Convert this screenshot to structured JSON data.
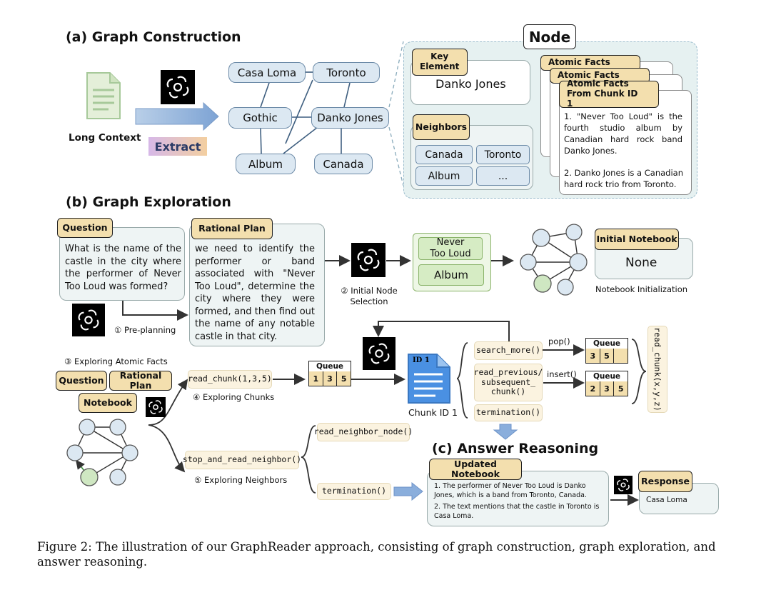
{
  "section_a": {
    "title": "(a) Graph Construction",
    "long_context_label": "Long Context",
    "extract_label": "Extract",
    "nodes": {
      "casa_loma": "Casa Loma",
      "toronto": "Toronto",
      "gothic": "Gothic",
      "danko_jones": "Danko Jones",
      "album": "Album",
      "canada": "Canada"
    },
    "node_panel": {
      "title": "Node",
      "key_element_tag": "Key Element",
      "key_element_value": "Danko Jones",
      "neighbors_tag": "Neighbors",
      "neighbors": [
        "Canada",
        "Toronto",
        "Album",
        "..."
      ],
      "atomic_facts_tag": "Atomic Facts",
      "atomic_facts_front_tag": "Atomic Facts From Chunk ID 1",
      "fact_1": "1. \"Never Too Loud\" is the fourth studio album by Canadian hard rock band Danko Jones.",
      "fact_2": "2. Danko Jones is a Canadian hard rock trio from Toronto."
    }
  },
  "section_b": {
    "title": "(b) Graph Exploration",
    "question_tag": "Question",
    "question_text": "What is the name of the castle in the city where the performer of Never Too Loud was formed?",
    "rational_plan_tag": "Rational Plan",
    "rational_plan_text": "we need to identify the performer or band associated with \"Never Too Loud\", determine the city where they were formed, and then find out the name of any notable castle in that city.",
    "step1": "① Pre-planning",
    "step2": "② Initial Node Selection",
    "initial_nodes": [
      "Never Too Loud",
      "Album"
    ],
    "initial_notebook_tag": "Initial Notebook",
    "initial_notebook_value": "None",
    "notebook_init_label": "Notebook Initialization",
    "step3": "③ Exploring Atomic Facts",
    "mini_tags": [
      "Question",
      "Rational Plan",
      "Notebook"
    ],
    "read_chunk": "read_chunk(1,3,5)",
    "step4": "④ Exploring Chunks",
    "queue_label": "Queue",
    "queue_main": [
      "1",
      "3",
      "5"
    ],
    "chunk_doc_label": "ID 1",
    "chunk_caption": "Chunk ID 1",
    "search_more": "search_more()",
    "read_prev": "read_previous/ subsequent_ chunk()",
    "termination": "termination()",
    "pop_label": "pop()",
    "insert_label": "insert()",
    "queue_pop": [
      "3",
      "5",
      ""
    ],
    "queue_insert": [
      "2",
      "3",
      "5"
    ],
    "read_chunk_xyz": "read_chunk(x,y,z)",
    "read_neighbor_node": "read_neighbor_node()",
    "stop_and_read_neighbor": "stop_and_read_neighbor()",
    "step5": "⑤ Exploring Neighbors",
    "termination2": "termination()"
  },
  "section_c": {
    "title": "(c) Answer Reasoning",
    "updated_notebook_tag": "Updated Notebook",
    "notebook_text_1": "1. The performer of Never Too Loud is Danko Jones, which is a band from Toronto, Canada.",
    "notebook_text_2": "2. The text mentions that the castle in Toronto is Casa Loma.",
    "response_tag": "Response",
    "response_value": "Casa Loma"
  },
  "caption": "Figure 2: The illustration of our GraphReader approach, consisting of graph construction, graph exploration, and answer reasoning."
}
